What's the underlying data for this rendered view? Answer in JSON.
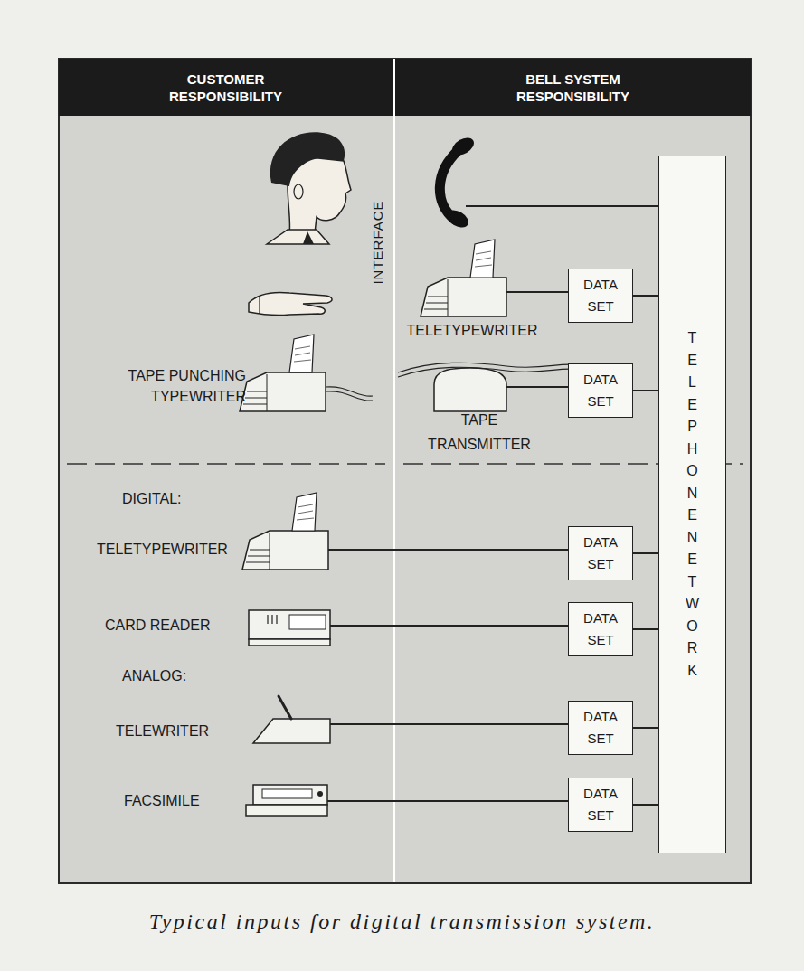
{
  "diagram": {
    "caption": "Typical inputs for digital transmission system.",
    "nodes": [
      {
        "text": [
          "CUSTOMER RESPONSIBILITY"
        ]
      },
      {
        "text": [
          "BELL SYSTEM RESPONSIBILITY"
        ]
      },
      {
        "text": [
          "TELEPHONE NETWORK"
        ]
      },
      {
        "text": [
          "DATA SET"
        ]
      },
      {
        "text": [
          "DATA SET"
        ]
      },
      {
        "text": [
          "DATA SET"
        ]
      },
      {
        "text": [
          "DATA SET"
        ]
      },
      {
        "text": [
          "DATA SET"
        ]
      },
      {
        "text": [
          "DATA SET"
        ]
      }
    ],
    "edges": [
      {
        "from": 3,
        "to": 2,
        "arrow": "none"
      },
      {
        "from": 4,
        "to": 2,
        "arrow": "none"
      },
      {
        "from": 5,
        "to": 2,
        "arrow": "none"
      },
      {
        "from": 6,
        "to": 2,
        "arrow": "none"
      },
      {
        "from": 7,
        "to": 2,
        "arrow": "none"
      },
      {
        "from": 8,
        "to": 2,
        "arrow": "none"
      }
    ],
    "labels": [
      "INTERFACE",
      "TELETYPEWRITER",
      "TAPE PUNCHING TYPEWRITER",
      "TAPE TRANSMITTER",
      "DIGITAL:",
      "TELETYPEWRITER",
      "CARD READER",
      "ANALOG:",
      "TELEWRITER",
      "FACSIMILE"
    ]
  }
}
